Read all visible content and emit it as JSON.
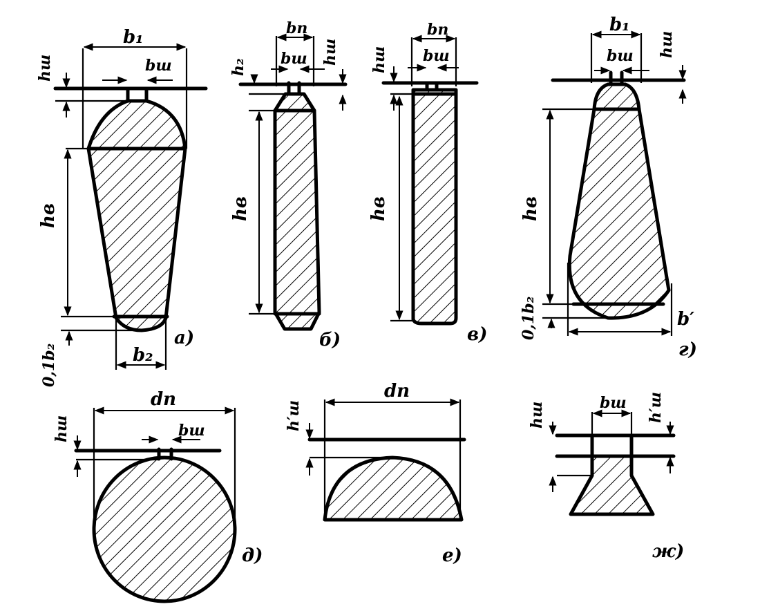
{
  "labels": {
    "b1": "b₁",
    "bsh": "bш",
    "hsh": "hш",
    "hsh_prime": "h′ш",
    "h2": "h₂",
    "hb": "hв",
    "bp": "bп",
    "b2": "b₂",
    "zero_one_b2": "0,1b₂",
    "b_prime": "b′",
    "dp": "dп"
  },
  "captions": {
    "a": "а)",
    "b": "б)",
    "v": "в)",
    "g": "г)",
    "d": "д)",
    "e": "е)",
    "zh": "ж)"
  }
}
